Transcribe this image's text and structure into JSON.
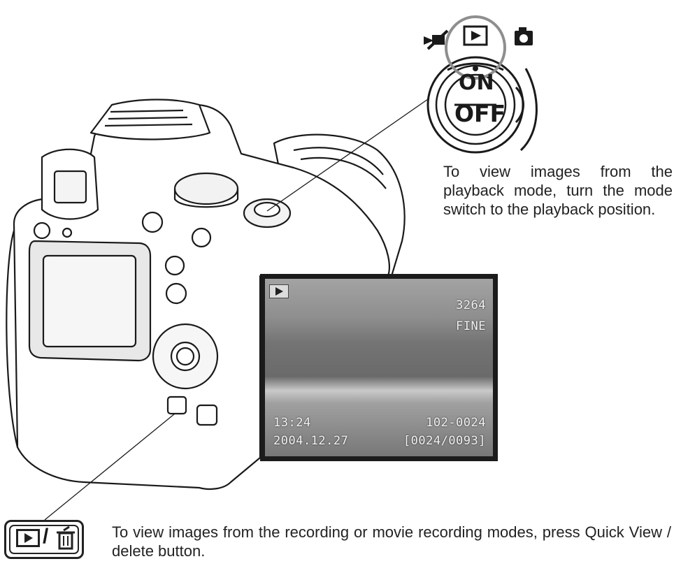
{
  "lcd": {
    "frame_size": "3264",
    "quality": "FINE",
    "time": "13:24",
    "date": "2004.12.27",
    "file_number": "102-0024",
    "frame_counter": "[0024/0093]"
  },
  "mode_switch": {
    "on_label": "ON",
    "off_label": "OFF"
  },
  "text": {
    "playback_instruction": "To view images from the playback mode, turn the mode switch to the playback position.",
    "quickview_instruction": "To view images from the recording or movie recording modes, press Quick View / delete button."
  },
  "icons": {
    "playback": "playback-icon",
    "movie": "movie-camera-icon",
    "camera": "camera-icon",
    "trash": "trash-icon"
  }
}
